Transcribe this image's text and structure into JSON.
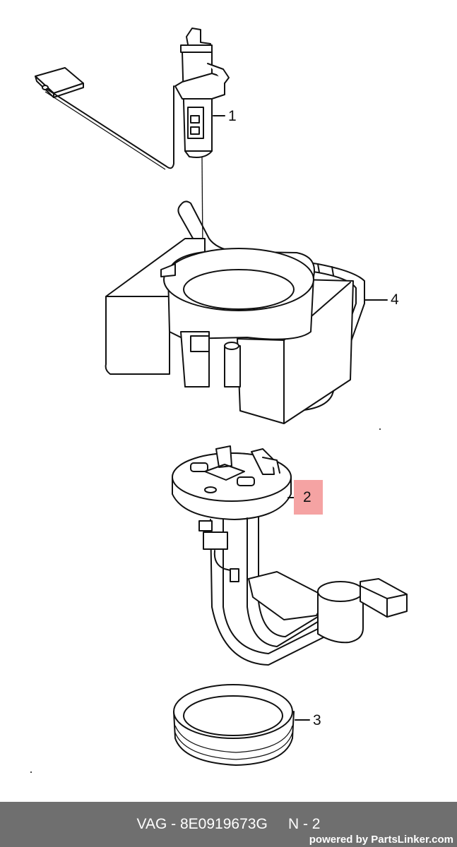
{
  "callouts": {
    "c1": "1",
    "c2": "2",
    "c3": "3",
    "c4": "4"
  },
  "highlight_color": "#f5a3a3",
  "footer": {
    "part_number": "VAG - 8E0919673G     N - 2",
    "brand": "powered by PartsLinker.com",
    "background_color": "#6f6f6f"
  }
}
